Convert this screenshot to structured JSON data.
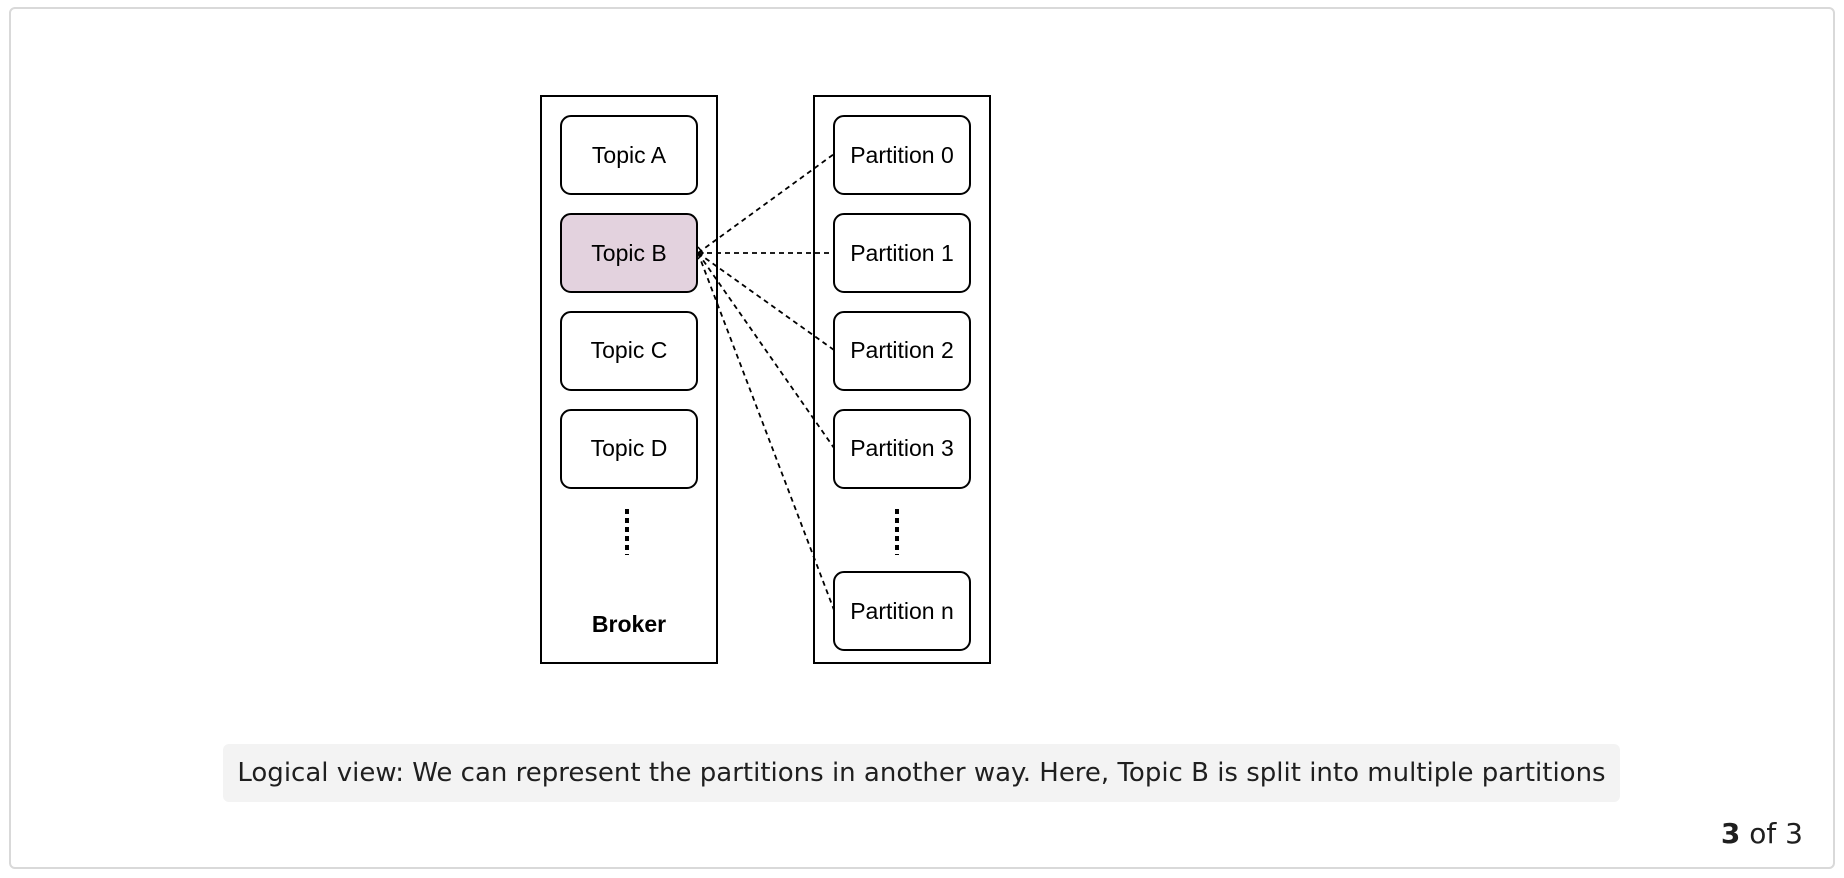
{
  "diagram": {
    "broker": {
      "label": "Broker",
      "topics": [
        "Topic A",
        "Topic B",
        "Topic C",
        "Topic D"
      ],
      "highlighted_topic": "Topic B",
      "highlight_color": "#e3d2de"
    },
    "partitions": [
      "Partition 0",
      "Partition 1",
      "Partition 2",
      "Partition 3",
      "Partition n"
    ]
  },
  "caption": "Logical view: We can represent the partitions in another way. Here, Topic B is split into multiple partitions",
  "pager": {
    "current": "3",
    "separator": "of",
    "total": "3"
  }
}
